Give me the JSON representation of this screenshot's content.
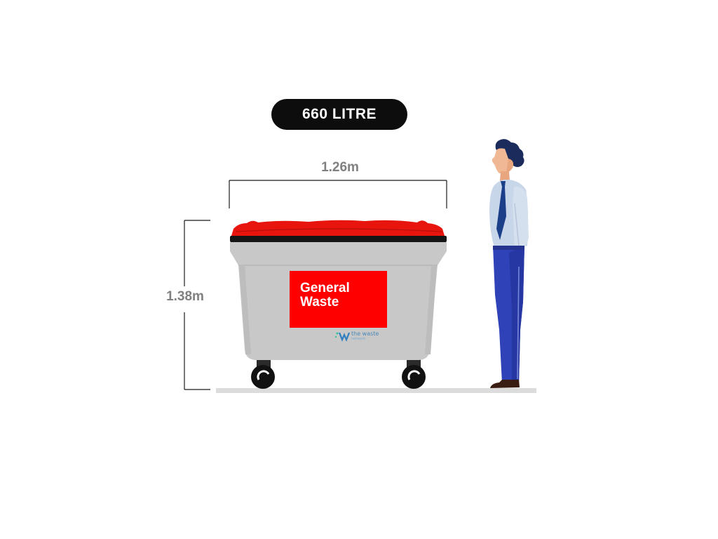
{
  "capacity_badge": {
    "label": "660 LITRE"
  },
  "dimensions": {
    "width_label": "1.26m",
    "height_label": "1.38m"
  },
  "bin": {
    "label_line1": "General",
    "label_line2": "Waste",
    "brand_name": "the waste",
    "brand_subtitle": "network",
    "body_color": "#c8c8c8",
    "lid_color": "#e8150f",
    "label_color": "#ff0000"
  },
  "icons": [
    "bin-icon",
    "person-figure",
    "brand-logo-icon"
  ]
}
